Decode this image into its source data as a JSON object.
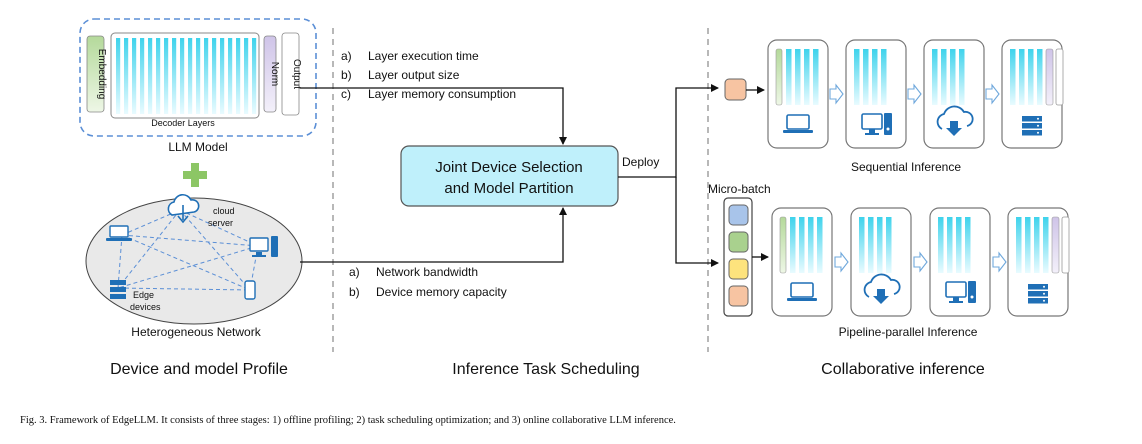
{
  "llm_model": {
    "title": "LLM Model",
    "embedding_label": "Embedding",
    "norm_label": "Norm",
    "output_label": "Output",
    "decoder_label": "Decoder Layers"
  },
  "network": {
    "title": "Heterogeneous Network",
    "cloud_label_1": "cloud",
    "cloud_label_2": "server",
    "edge_label_1": "Edge",
    "edge_label_2": "devices"
  },
  "profile_items": {
    "layer": [
      "a)",
      "Layer execution time",
      "b)",
      "Layer output size",
      "c)",
      "Layer memory consumption"
    ],
    "network": [
      "a)",
      "Network bandwidth",
      "b)",
      "Device memory capacity"
    ]
  },
  "scheduler": {
    "line1": "Joint Device Selection",
    "line2": "and Model Partition",
    "deploy": "Deploy"
  },
  "inference": {
    "sequential_label": "Sequential Inference",
    "pipeline_label": "Pipeline-parallel Inference",
    "microbatch_label": "Micro-batch"
  },
  "sections": {
    "profile": "Device and model Profile",
    "scheduling": "Inference Task Scheduling",
    "collab": "Collaborative inference"
  },
  "caption": "Fig. 3.   Framework of EdgeLLM. It consists of three stages: 1) offline profiling; 2) task scheduling optimization; and 3) online collaborative LLM inference.",
  "colors": {
    "layer_cyan": "#3fd3ec",
    "embedding_green": "#c9e3b5",
    "norm_purple": "#d9d2ec",
    "scheduler_fill": "#bff0fb",
    "dashed_blue": "#5b8fd6",
    "network_fill": "#e9e9e9",
    "plus_green": "#8cc665",
    "token_orange": "#f7c4a2",
    "mb_blue": "#a8c4ea",
    "mb_green": "#a9d18e",
    "mb_yellow": "#fde37d",
    "mb_orange": "#f7c4a2",
    "device_icon": "#1f6fb6"
  }
}
